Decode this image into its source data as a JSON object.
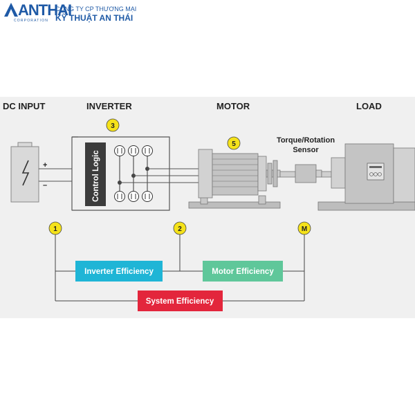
{
  "brand": {
    "name": "ANTHAI",
    "sub": "CORPORATION",
    "company_line1": "CÔNG TY CP THƯƠNG MẠI",
    "company_line2": "KỸ THUẬT AN THÁI",
    "color": "#1f5aa6"
  },
  "diagram": {
    "headers": {
      "dc_input": "DC INPUT",
      "inverter": "INVERTER",
      "motor": "MOTOR",
      "load": "LOAD"
    },
    "control_logic": "Control Logic",
    "sensor_line1": "Torque/Rotation",
    "sensor_line2": "Sensor",
    "plus": "+",
    "minus": "–",
    "points": {
      "p1": "1",
      "p2": "2",
      "p3": "3",
      "p5": "5",
      "pm": "M"
    },
    "efficiency": {
      "inverter": "Inverter Efficiency",
      "motor": "Motor Efficiency",
      "system": "System Efficiency"
    },
    "colors": {
      "inverter_eff": "#1fb5d6",
      "motor_eff": "#5fc79a",
      "system_eff": "#e3263c",
      "marker": "#f5e21a",
      "panel": "#f0f0f0"
    }
  }
}
